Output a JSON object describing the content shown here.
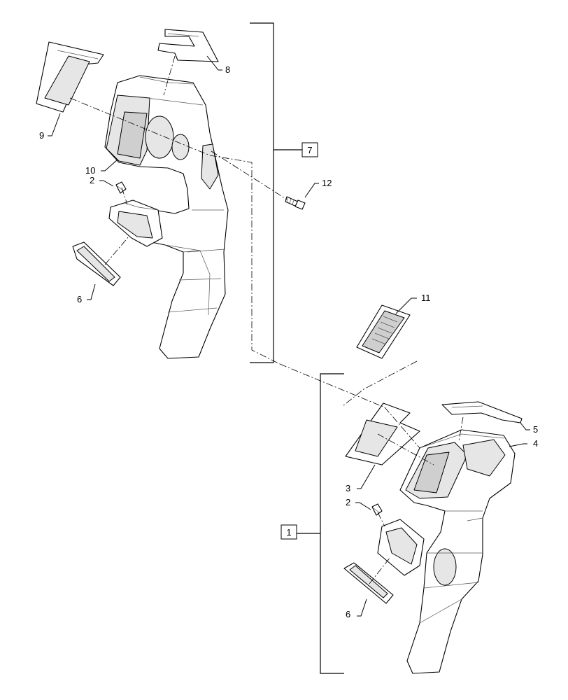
{
  "diagram": {
    "assembly_labels": {
      "upper": "7",
      "lower": "1"
    },
    "callouts": {
      "c8": "8",
      "c9": "9",
      "c10": "10",
      "c2a": "2",
      "c12": "12",
      "c6a": "6",
      "c11": "11",
      "c5": "5",
      "c4": "4",
      "c3": "3",
      "c2b": "2",
      "c6b": "6"
    }
  }
}
